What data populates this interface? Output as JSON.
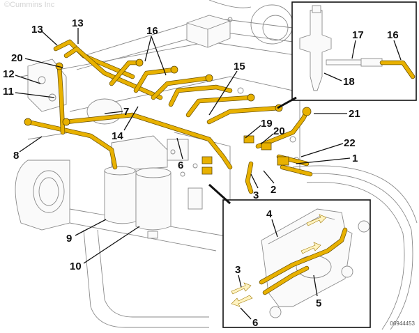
{
  "copyright": "©Cummins Inc",
  "figure_id": "06944453",
  "colors": {
    "fuel_line": "#e8b100",
    "fuel_line_outline": "#6b5200",
    "engine_linework": "#8a8a8a",
    "callout_text": "#111111"
  },
  "callouts": {
    "c1": "1",
    "c2": "2",
    "c3": "3",
    "c4": "4",
    "c5": "5",
    "c6": "6",
    "c7": "7",
    "c8": "8",
    "c9": "9",
    "c10": "10",
    "c11": "11",
    "c12": "12",
    "c13a": "13",
    "c13b": "13",
    "c14": "14",
    "c15": "15",
    "c16": "16",
    "c19": "19",
    "c20a": "20",
    "c20b": "20",
    "c21": "21",
    "c22": "22"
  },
  "inset_injector": {
    "callouts": {
      "c16": "16",
      "c17": "17",
      "c18": "18"
    }
  },
  "inset_pump": {
    "callouts": {
      "c3": "3",
      "c4": "4",
      "c5": "5",
      "c6": "6"
    }
  }
}
